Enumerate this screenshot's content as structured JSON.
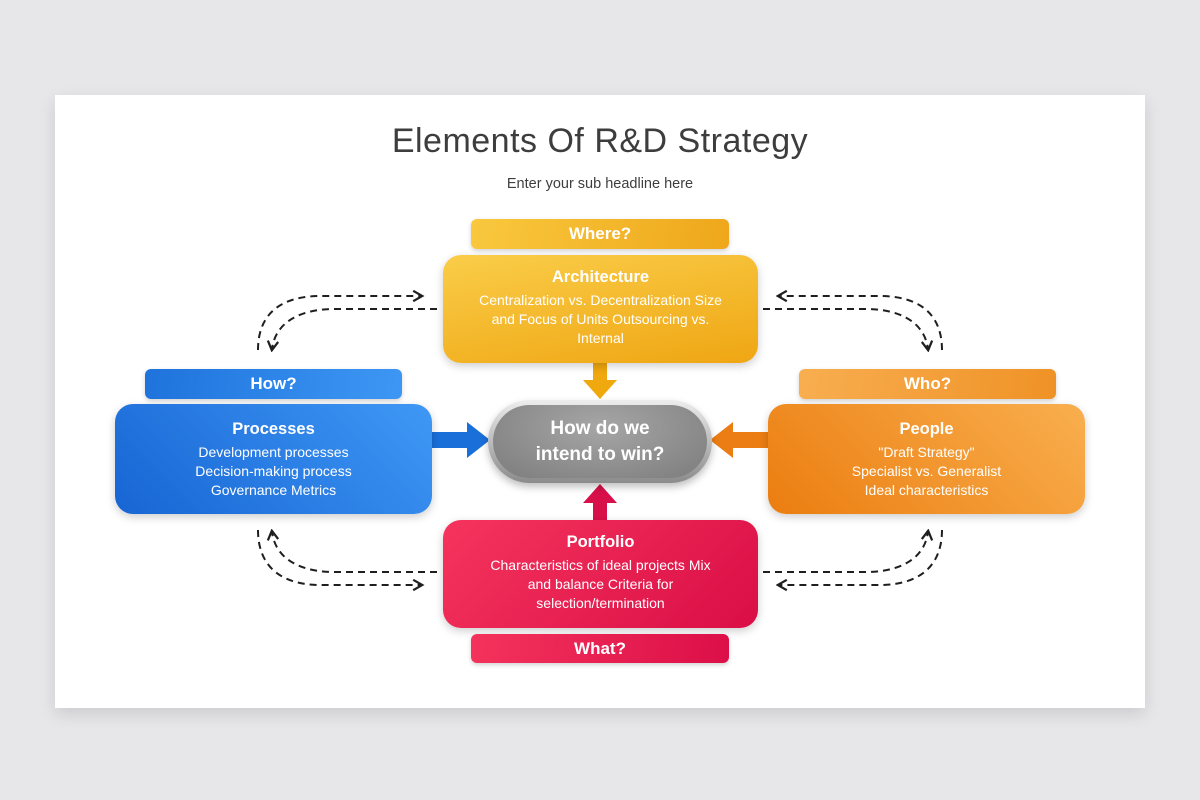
{
  "slide": {
    "title": "Elements Of R&D Strategy",
    "subtitle": "Enter your sub headline here",
    "background_color": "#E7E7E9",
    "card_color": "#FFFFFF"
  },
  "center": {
    "label": "How do we\nintend to win?",
    "fill_color": "#8D8D8D",
    "ring_color": "#D9D9D9"
  },
  "nodes": {
    "top": {
      "question": "Where?",
      "title": "Architecture",
      "body": "Centralization vs. Decentralization Size\nand Focus of Units Outsourcing vs.\nInternal",
      "accent_color": "#F0A913"
    },
    "left": {
      "question": "How?",
      "title": "Processes",
      "body": "Development processes\nDecision-making process\nGovernance Metrics",
      "accent_color": "#1B6FD9"
    },
    "right": {
      "question": "Who?",
      "title": "People",
      "body": "\"Draft Strategy\"\nSpecialist vs. Generalist\nIdeal characteristics",
      "accent_color": "#EC7F15"
    },
    "bottom": {
      "question": "What?",
      "title": "Portfolio",
      "body": "Characteristics of ideal projects Mix\nand balance Criteria for\nselection/termination",
      "accent_color": "#D8104A"
    }
  },
  "connectors": {
    "dashed_color": "#1F1F1F",
    "solid_arrow_colors": {
      "from_left": "#1A6FD9",
      "from_right": "#EB7D14",
      "from_top": "#F0A80F",
      "from_bottom": "#D8104A"
    }
  }
}
